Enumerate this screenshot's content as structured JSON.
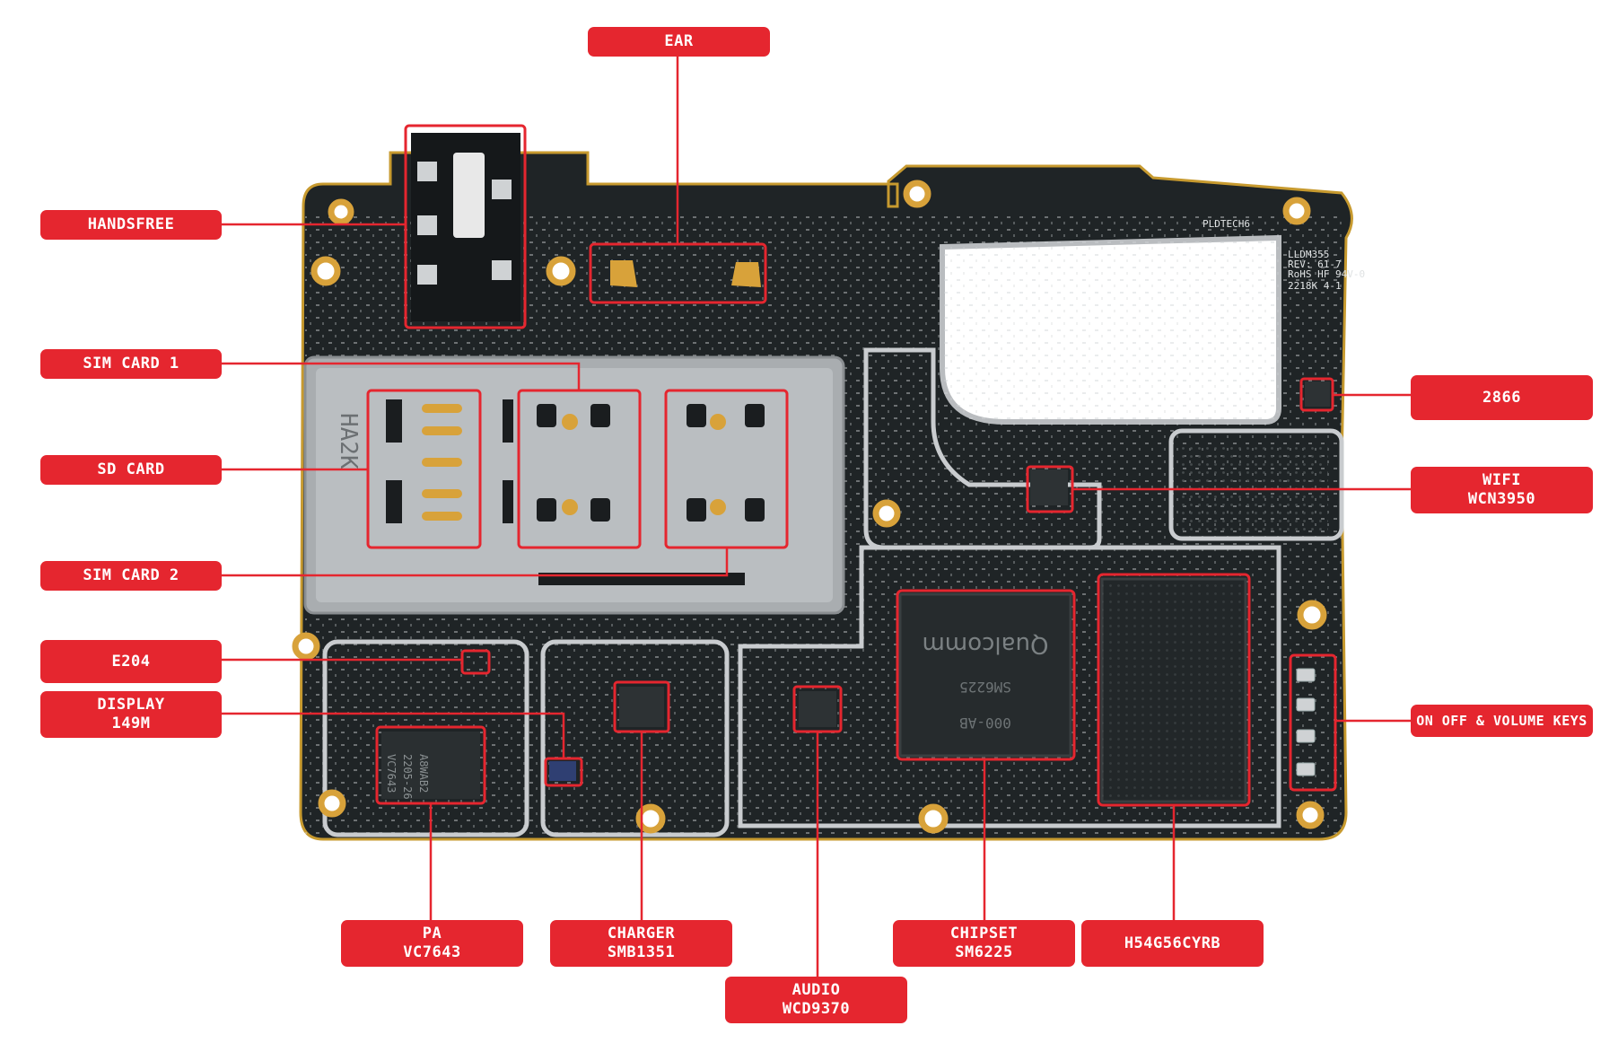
{
  "labels": {
    "ear": [
      "EAR"
    ],
    "handsfree": [
      "HANDSFREE"
    ],
    "sim1": [
      "SIM CARD 1"
    ],
    "sd": [
      "SD CARD"
    ],
    "sim2": [
      "SIM CARD 2"
    ],
    "e204": [
      "E204"
    ],
    "display": [
      "DISPLAY",
      "149M"
    ],
    "pa": [
      "PA",
      "VC7643"
    ],
    "charger": [
      "CHARGER",
      "SMB1351"
    ],
    "audio": [
      "AUDIO",
      "WCD9370"
    ],
    "chipset": [
      "CHIPSET",
      "SM6225"
    ],
    "ram": [
      "H54G56CYRB"
    ],
    "c2866": [
      "2866"
    ],
    "wifi": [
      "WIFI",
      "WCN3950"
    ],
    "keys": [
      "ON OFF & VOLUME KEYS"
    ]
  },
  "board_marks": {
    "chip_brand": "Qualcomm",
    "chip_model": "SM6225",
    "chip_code": "000-AB",
    "pa_mark_1": "VC7643",
    "pa_mark_2": "2205-26",
    "pa_mark_3": "A8WAB2",
    "silk_1": "PLDTECH6",
    "silk_2": "LLDM355",
    "silk_3": "REV: 61-7",
    "silk_4": "RoHS HF 94V-0",
    "silk_5": "2218K 4-1",
    "sim_silk": "HA2K"
  },
  "colors": {
    "accent": "#e5262f",
    "pcb": "#1f2426",
    "shield": "#b9bcbf",
    "gold": "#d8a23a"
  }
}
